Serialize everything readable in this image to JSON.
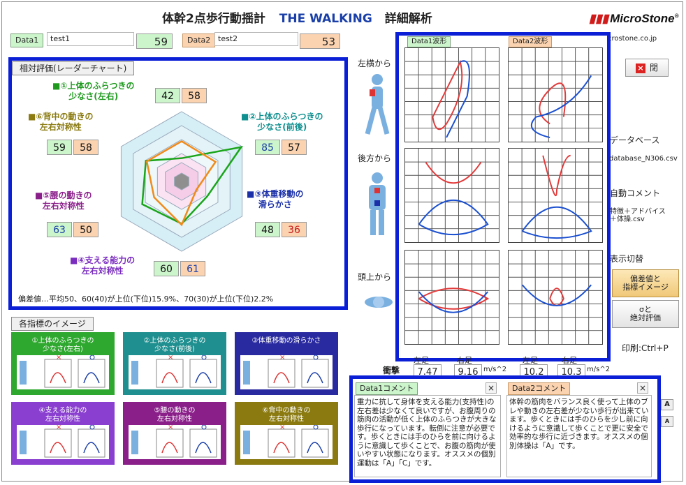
{
  "header": {
    "title_a": "体幹2点歩行動揺計",
    "title_b": "THE WALKING",
    "title_c": "詳細解析",
    "logo": "MicroStone",
    "url": "http://www.microstone.co.jp"
  },
  "data1": {
    "tag": "Data1",
    "name": "test1",
    "score": "59"
  },
  "data2": {
    "tag": "Data2",
    "name": "test2",
    "score": "53"
  },
  "radar": {
    "button": "相対評価(レーダーチャート)",
    "axes": [
      {
        "label": "■①上体のふらつきの\n少なさ(左右)",
        "v1": "42",
        "v2": "58",
        "color": "#1f9a1f"
      },
      {
        "label": "■②上体のふらつきの\n少なさ(前後)",
        "v1": "85",
        "v2": "57",
        "color": "#0f8f8f"
      },
      {
        "label": "■③体重移動の\n滑らかさ",
        "v1": "48",
        "v2": "36",
        "color": "#1a2fa8"
      },
      {
        "label": "■④支える能力の\n左右対称性",
        "v1": "60",
        "v2": "61",
        "color": "#7a2dbf"
      },
      {
        "label": "■⑤腰の動きの\n左右対称性",
        "v1": "63",
        "v2": "50",
        "color": "#8a1f8a"
      },
      {
        "label": "■⑥背中の動きの\n左右対称性",
        "v1": "59",
        "v2": "58",
        "color": "#8a7a10"
      }
    ],
    "note": "偏差値…平均50、60(40)が上位(下位)15.9%、70(30)が上位(下位)2.2%"
  },
  "images": {
    "button": "各指標のイメージ",
    "cards": [
      {
        "title": "①上体のふらつきの\n少なさ(左右)",
        "color": "#2fa82f"
      },
      {
        "title": "②上体のふらつきの\n少なさ(前後)",
        "color": "#1f8f8f"
      },
      {
        "title": "③体重移動の滑らかさ",
        "color": "#2a2aa0"
      },
      {
        "title": "④支える能力の\n左右対称性",
        "color": "#8a3fd0"
      },
      {
        "title": "⑤腰の動きの\n左右対称性",
        "color": "#8a1f8a"
      },
      {
        "title": "⑥背中の動きの\n左右対称性",
        "color": "#8a7a10"
      }
    ]
  },
  "views": {
    "side": "左横から",
    "back": "後方から",
    "top": "頭上から"
  },
  "waves": {
    "tag1": "Data1波形",
    "tag2": "Data2波形"
  },
  "right": {
    "close": "閉",
    "db_label": "データベース",
    "db_file": "database_N306.csv",
    "auto_label": "自動コメント",
    "auto_file": "特徴＋アドバイス\n＋体操.csv",
    "switch_label": "表示切替",
    "btn1": "偏差値と\n指標イメージ",
    "btn2": "σと\n絶対評価",
    "print": "印刷:Ctrl+P"
  },
  "impact": {
    "label": "衝撃",
    "cols": [
      "左足",
      "右足",
      "左足",
      "右足"
    ],
    "v1l": "7.47",
    "v1r": "9.16",
    "unit1": "m/s^2",
    "v2l": "10.2",
    "v2r": "10.3",
    "unit2": "m/s^2"
  },
  "comments": {
    "c1_title": "Data1コメント",
    "c1_text": "重力に抗して身体を支える能力(支持性)の左右差は少なくて良いですが、お腹周りの筋肉の活動が低く上体のふらつきが大きな歩行になっています。転倒に注意が必要です。歩くときには手のひらを前に向けるように意識して歩くことで、お腹の筋肉が使いやすい状態になります。オススメの個別運動は「A」「C」です。",
    "c2_title": "Data2コメント",
    "c2_text": "体幹の筋肉をバランス良く使って上体のブレや動きの左右差が少ない歩行が出来ています。歩くときには手のひらを少し前に向けるように意識して歩くことで更に安全で効率的な歩行に近づきます。オススメの個別体操は「A」です。",
    "close": "×",
    "font_btn": "A"
  },
  "colors": {
    "data1": "#1aa51a",
    "data2": "#f08a1a",
    "highlight": "#0a1fd6"
  }
}
